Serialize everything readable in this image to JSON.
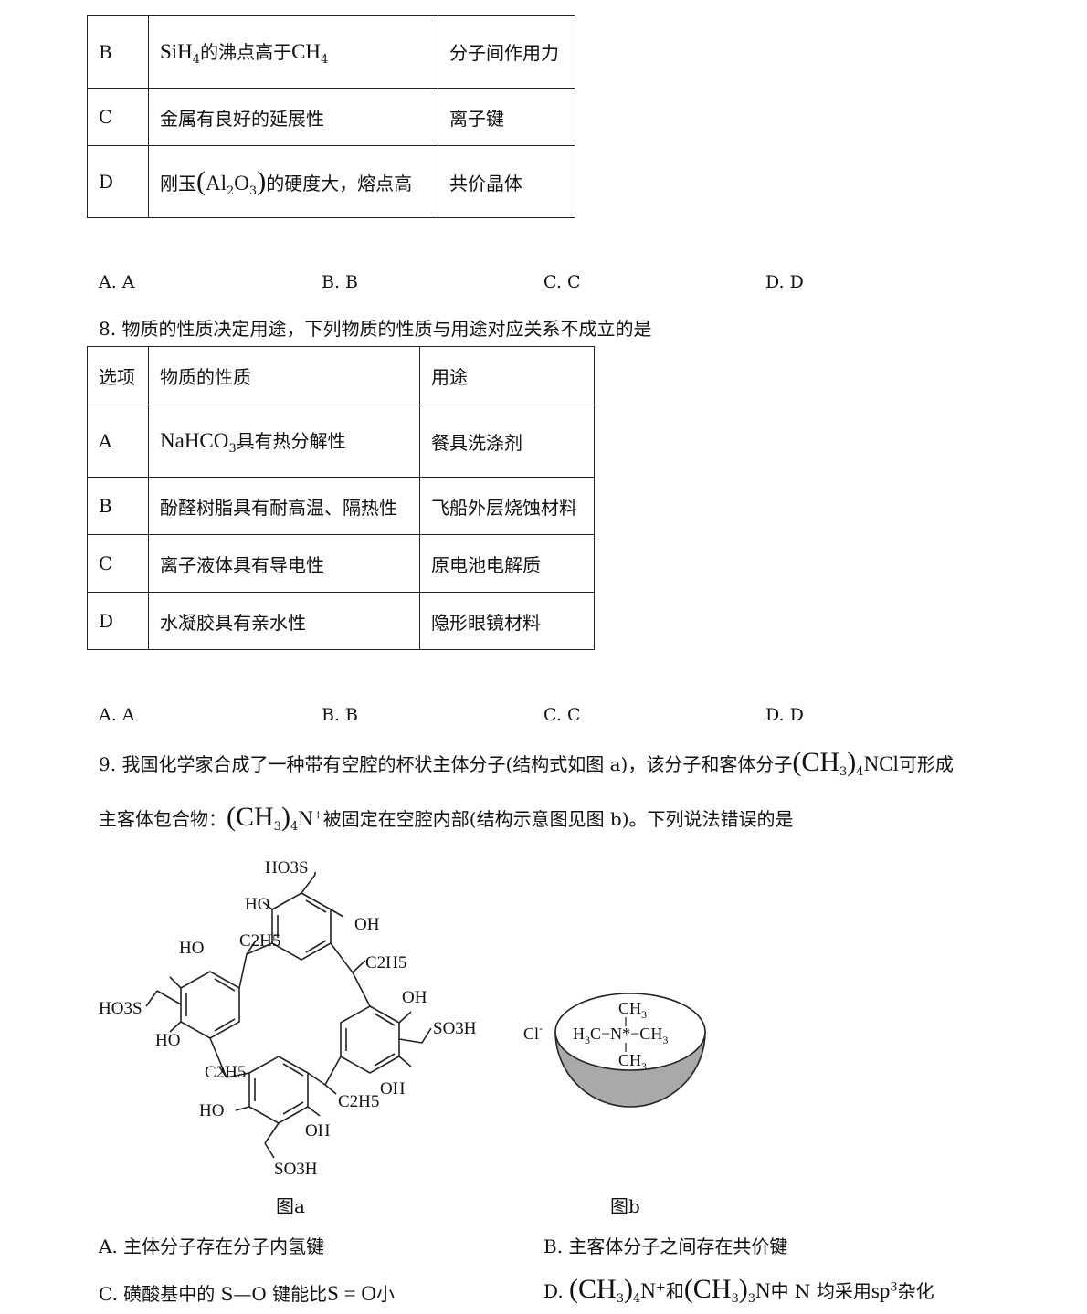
{
  "table7": {
    "rows": [
      {
        "key": "B",
        "col2_pre": "SiH",
        "col2_sub": "4",
        "col2_mid": "的沸点高于",
        "col2_post": "CH",
        "col2_post_sub": "4",
        "col3": "分子间作用力"
      },
      {
        "key": "C",
        "col2": "金属有良好的延展性",
        "col3": "离子键"
      },
      {
        "key": "D",
        "col2_pre": "刚玉",
        "col2_formula_a": "Al",
        "col2_formula_sub1": "2",
        "col2_formula_b": "O",
        "col2_formula_sub2": "3",
        "col2_post": "的硬度大，熔点高",
        "col3": "共价晶体"
      }
    ]
  },
  "options7": {
    "a": "A. A",
    "b": "B. B",
    "c": "C. C",
    "d": "D. D"
  },
  "q8": {
    "stem": "8. 物质的性质决定用途，下列物质的性质与用途对应关系不成立的是",
    "headers": [
      "选项",
      "物质的性质",
      "用途"
    ],
    "rows": [
      {
        "key": "A",
        "prop_pre": "NaHCO",
        "prop_sub": "3",
        "prop_post": "具有热分解性",
        "use": "餐具洗涤剂"
      },
      {
        "key": "B",
        "prop": "酚醛树脂具有耐高温、隔热性",
        "use": "飞船外层烧蚀材料"
      },
      {
        "key": "C",
        "prop": "离子液体具有导电性",
        "use": "原电池电解质"
      },
      {
        "key": "D",
        "prop": "水凝胶具有亲水性",
        "use": "隐形眼镜材料"
      }
    ]
  },
  "options8": {
    "a": "A. A",
    "b": "B. B",
    "c": "C. C",
    "d": "D. D"
  },
  "q9": {
    "line1_pre": "9. 我国化学家合成了一种带有空腔的杯状主体分子(结构式如图 a)，该分子和客体分子",
    "line1_formula": "(CH",
    "line1_sub3": "3",
    "line1_close": ")",
    "line1_sub4": "4",
    "line1_tail": "NCl",
    "line1_post": "可形成",
    "line2_pre": "主客体包合物：",
    "line2_formula": "(CH",
    "line2_sub3": "3",
    "line2_close": ")",
    "line2_sub4": "4",
    "line2_ion": "N",
    "line2_sup": "+",
    "line2_post": "被固定在空腔内部(结构示意图见图 b)。下列说法错误的是",
    "caption_a": "图a",
    "caption_b": "图b",
    "opt_a": "A.  主体分子存在分子内氢键",
    "opt_b": "B.  主客体分子之间存在共价键",
    "opt_c_pre": "C.  磺酸基中的 S—O 键能比",
    "opt_c_formula": "S = O",
    "opt_c_post": "小",
    "opt_d_pre": "D.",
    "opt_d_f1": "(CH",
    "opt_d_f1_sub3": "3",
    "opt_d_f1_close": ")",
    "opt_d_f1_sub4": "4",
    "opt_d_f1_ion": "N",
    "opt_d_f1_sup": "+",
    "opt_d_and": "和",
    "opt_d_f2": "(CH",
    "opt_d_f2_sub3": "3",
    "opt_d_f2_close": ")",
    "opt_d_f2_sub": "3",
    "opt_d_f2_n": "N",
    "opt_d_mid": "中 N 均采用",
    "opt_d_sp": "sp",
    "opt_d_sp_sup": "3",
    "opt_d_post": "杂化"
  },
  "figure_a": {
    "labels": [
      "HO3S",
      "HO",
      "OH",
      "C2H5",
      "HO",
      "C2H5",
      "HO3S",
      "OH",
      "HO",
      "SO3H",
      "C2H5",
      "OH",
      "HO",
      "C2H5",
      "OH",
      "SO3H"
    ]
  },
  "figure_b": {
    "counter_ion": "Cl",
    "counter_sup": "-",
    "top": "CH",
    "top_sub": "3",
    "left": "H",
    "left_sub": "3",
    "left_tail": "C−N*−CH",
    "left_tail_sub": "3",
    "bottom": "CH",
    "bottom_sub": "3"
  }
}
